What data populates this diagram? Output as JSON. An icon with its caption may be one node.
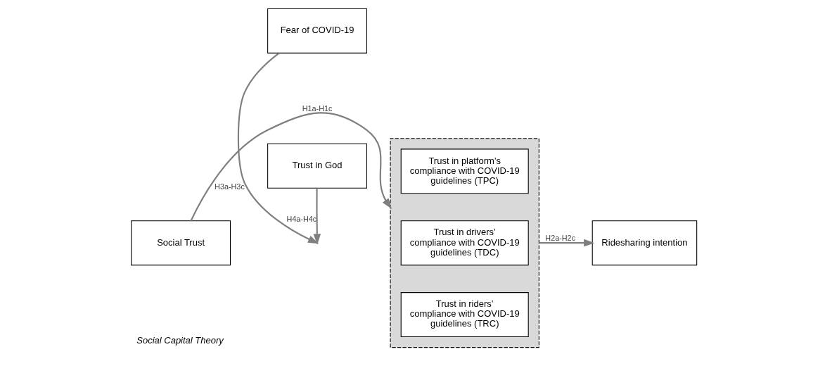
{
  "diagram": {
    "nodes": [
      {
        "text": [
          "Fear of COVID-19"
        ]
      },
      {
        "text": [
          "Social Trust"
        ]
      },
      {
        "text": [],
        "shape": "box"
      },
      {
        "text": [
          "Trust in platform’s compliance with COVID-19 guidelines (TPC)"
        ],
        "in": 2
      },
      {
        "text": [
          "Trust in drivers’ compliance with COVID-19 guidelines (TDC)"
        ],
        "in": 2
      },
      {
        "text": [
          "Trust in riders’ compliance with COVID-19 guidelines (TRC)"
        ],
        "in": 2
      },
      {
        "text": [
          "Ridesharing intention"
        ]
      },
      {
        "text": [
          "Trust in God"
        ]
      }
    ],
    "edges": [
      {
        "from": 0,
        "to": null,
        "arrow": "to",
        "label": "H3a-H3c"
      },
      {
        "from": 1,
        "to": 2,
        "arrow": "to",
        "label": "H1a-H1c"
      },
      {
        "from": 2,
        "to": 6,
        "arrow": "to",
        "label": "H2a-H2c"
      },
      {
        "from": 7,
        "to": null,
        "arrow": "to",
        "label": "H4a-H4c"
      }
    ],
    "labels": [
      "Social Capital Theory"
    ]
  }
}
